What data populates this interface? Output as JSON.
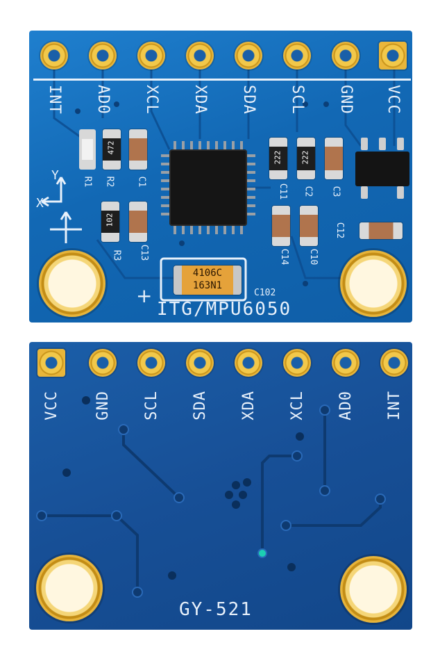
{
  "top_board": {
    "pin_labels": [
      "INT",
      "AD0",
      "XCL",
      "XDA",
      "SDA",
      "SCL",
      "GND",
      "VCC"
    ],
    "chip_label": "ITG/MPU6050",
    "tantalum_marking_line1": "4106C",
    "tantalum_marking_line2": "163N1",
    "silk_marks": {
      "c102": "C102",
      "c10": "C10",
      "c14": "C14",
      "c13": "C13",
      "r3": "R3",
      "r2": "R2",
      "r1": "R1",
      "c3": "C3",
      "c1": "C1",
      "c2": "C2",
      "c11": "C11",
      "c12": "C12",
      "res_1": "222",
      "res_2": "222",
      "res_3": "472",
      "res_4": "102"
    },
    "axis_labels": {
      "x": "X",
      "y": "Y"
    }
  },
  "bottom_board": {
    "pin_labels": [
      "VCC",
      "GND",
      "SCL",
      "SDA",
      "XDA",
      "XCL",
      "AD0",
      "INT"
    ],
    "board_label": "GY-521"
  },
  "colors": {
    "pcb_top": "#1668b4",
    "pcb_bottom": "#174f96",
    "gold": "#e9b63a",
    "silkscreen": "#e8f1fb"
  }
}
